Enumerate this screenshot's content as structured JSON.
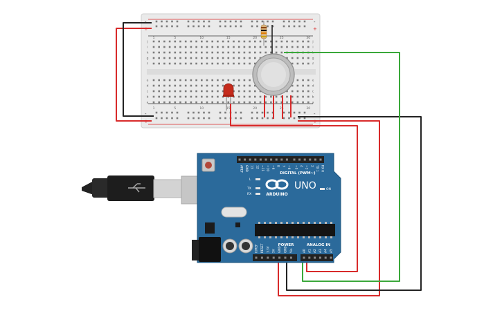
{
  "board": {
    "brand": "ARDUINO",
    "model": "UNO",
    "digital_label": "DIGITAL (PWM~)",
    "power_label": "POWER",
    "analog_label": "ANALOG IN",
    "led_label": "L",
    "tx_label": "TX",
    "rx_label": "RX",
    "on_label": "ON",
    "digital_pins": [
      "AREF",
      "GND",
      "13",
      "12",
      "~11",
      "~10",
      "~9",
      "8",
      "7",
      "~6",
      "~5",
      "4",
      "~3",
      "2",
      "TX 1",
      "RX 0"
    ],
    "power_pins": [
      "IOREF",
      "RESET",
      "3.3V",
      "5V",
      "GND",
      "GND",
      "Vin"
    ],
    "analog_pins": [
      "A0",
      "A1",
      "A2",
      "A3",
      "A4",
      "A5"
    ]
  },
  "breadboard": {
    "columns": [
      "1",
      "",
      "",
      "",
      "5",
      "",
      "",
      "",
      "",
      "10",
      "",
      "",
      "",
      "",
      "15",
      "",
      "",
      "",
      "",
      "20",
      "",
      "",
      "",
      "",
      "25",
      "",
      "",
      "",
      "",
      "30"
    ],
    "rows_top": [
      "j",
      "i",
      "h",
      "g",
      "f"
    ],
    "rows_bottom": [
      "e",
      "d",
      "c",
      "b",
      "a"
    ],
    "rail_plus": "+",
    "rail_minus": "-"
  },
  "colors": {
    "wire_red": "#d82a2a",
    "wire_black": "#222222",
    "wire_green": "#3aa83a",
    "board_blue": "#2b6a9b",
    "breadboard": "#e9e9e9",
    "led": "#c52b1c",
    "sensor": "#c9c9c9"
  },
  "components": {
    "resistor": "resistor",
    "led": "red LED",
    "sensor": "gas sensor",
    "usb": "usb-b cable",
    "power_jack": "dc jack"
  }
}
